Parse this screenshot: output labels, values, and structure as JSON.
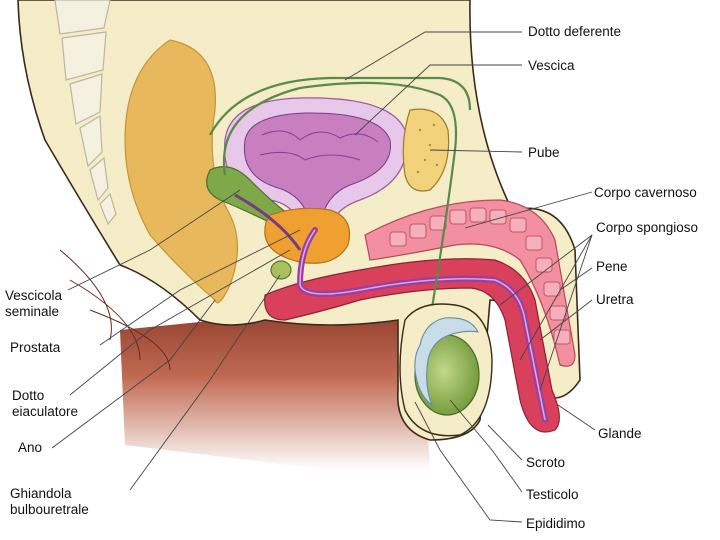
{
  "labels": {
    "dotto_deferente": "Dotto deferente",
    "vescica": "Vescica",
    "pube": "Pube",
    "corpo_cavernoso": "Corpo cavernoso",
    "corpo_spongioso": "Corpo spongioso",
    "pene": "Pene",
    "uretra": "Uretra",
    "glande": "Glande",
    "scroto": "Scroto",
    "testicolo": "Testicolo",
    "epididimo": "Epididimo",
    "vescicola_seminale": "Vescicola seminale",
    "prostata": "Prostata",
    "dotto_eiaculatore": "Dotto eiaculatore",
    "ano": "Ano",
    "ghiandola_bulbouretrale": "Ghiandola bulbouretrale"
  },
  "colors": {
    "skin": "#f5ecc8",
    "bladder": "#c77fc0",
    "bladder_wall": "#e8c8ea",
    "prostate": "#f0a030",
    "seminal_vesicle": "#7fa84a",
    "corpus_cavernosum": "#f28fa0",
    "corpus_spongiosum": "#d8405c",
    "urethra": "#9a3ea0",
    "testis": "#8fb04a",
    "epididymis": "#c8dde8",
    "bone": "#f2d27a",
    "rectum": "#e8b85c",
    "body_shadow": "#a8503c",
    "vertebra": "#f4f1e0"
  }
}
